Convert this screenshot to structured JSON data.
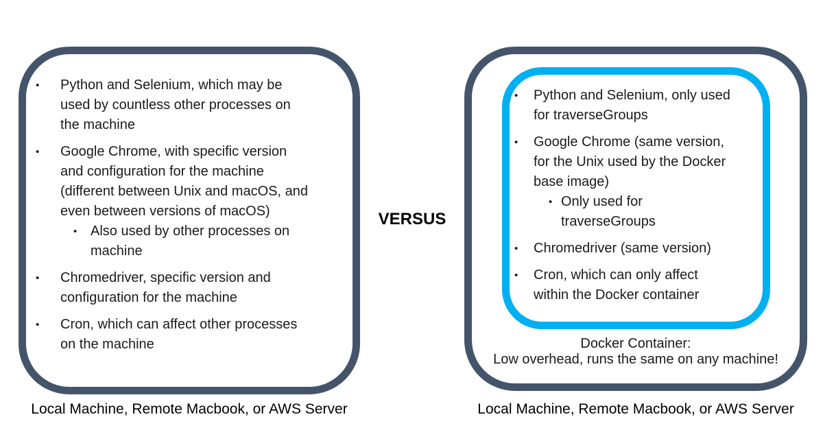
{
  "versus_label": "VERSUS",
  "glyphs": {
    "bullet": "•"
  },
  "colors": {
    "dark_border": "#44546A",
    "blue_border": "#00B0F0",
    "text": "#1a1a1a"
  },
  "left_box": {
    "items": [
      {
        "level": 1,
        "text": "Python and Selenium, which may be\nused by countless other processes on\nthe machine"
      },
      {
        "level": 1,
        "text": "Google Chrome, with specific version\nand configuration for the machine\n(different between Unix and macOS, and\neven between versions of macOS)"
      },
      {
        "level": 2,
        "text": "Also used by other processes on\nmachine"
      },
      {
        "level": 1,
        "text": "Chromedriver, specific version and\nconfiguration for the machine"
      },
      {
        "level": 1,
        "text": "Cron, which can affect other processes\non the machine"
      }
    ],
    "caption": "Local Machine, Remote Macbook, or AWS Server"
  },
  "right_box": {
    "items": [
      {
        "level": 1,
        "text": "Python and Selenium, only used\nfor traverseGroups"
      },
      {
        "level": 1,
        "text": "Google Chrome (same version,\nfor the Unix used by the Docker\nbase image)"
      },
      {
        "level": 2,
        "text": "Only used for\ntraverseGroups"
      },
      {
        "level": 1,
        "text": "Chromedriver (same version)"
      },
      {
        "level": 1,
        "text": "Cron, which can only affect\nwithin the Docker container"
      }
    ],
    "docker_label_line1": "Docker Container:",
    "docker_label_line2": "Low overhead, runs the same on any machine!",
    "caption": "Local Machine, Remote Macbook, or AWS Server"
  }
}
